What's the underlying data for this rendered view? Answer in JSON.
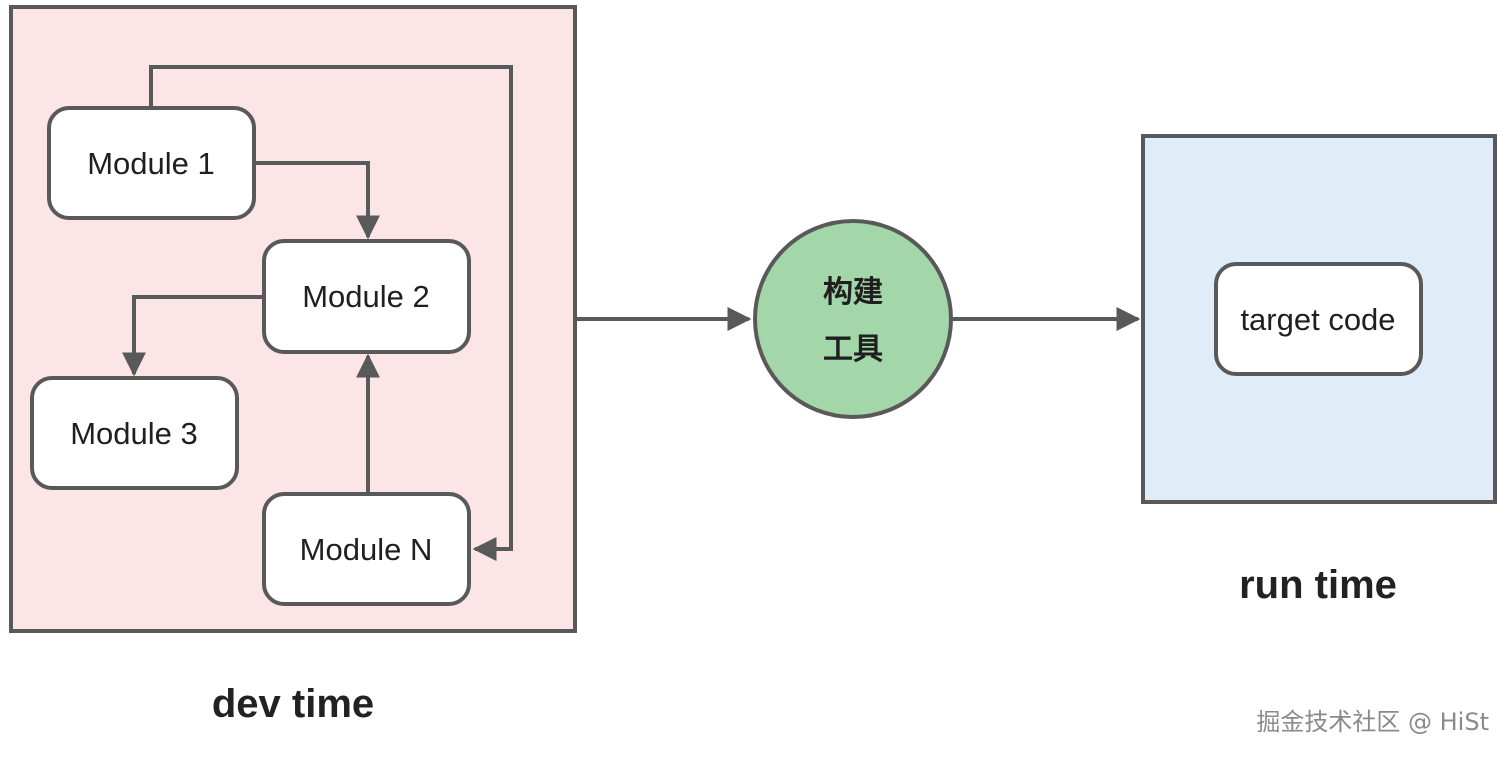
{
  "dev_panel": {
    "caption": "dev time",
    "modules": {
      "module_1": "Module 1",
      "module_2": "Module 2",
      "module_3": "Module 3",
      "module_n": "Module N"
    }
  },
  "build_tool": {
    "line_1": "构建",
    "line_2": "工具"
  },
  "runtime_panel": {
    "caption": "run time",
    "target": "target code"
  },
  "watermark": "掘金技术社区 @ HiSt",
  "colors": {
    "dev_panel_fill": "#fbe5e6",
    "runtime_panel_fill": "#dfedf9",
    "build_tool_fill": "#a3d6a9",
    "stroke": "#595959"
  },
  "edges": [
    {
      "from": "module_1",
      "to": "module_2"
    },
    {
      "from": "module_1",
      "to": "module_n"
    },
    {
      "from": "module_2",
      "to": "module_3"
    },
    {
      "from": "module_n",
      "to": "module_2"
    },
    {
      "from": "dev_panel",
      "to": "build_tool"
    },
    {
      "from": "build_tool",
      "to": "runtime_panel"
    }
  ]
}
